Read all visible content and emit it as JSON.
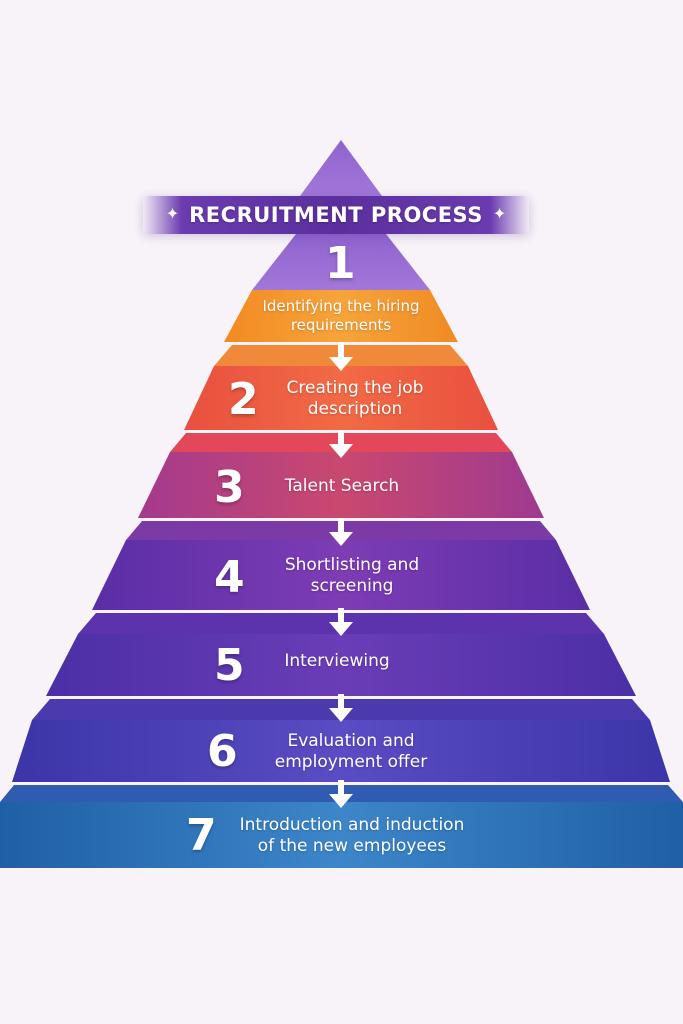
{
  "title": {
    "text": "RECRUITMENT PROCESS",
    "sparkle_icon": "sparkle-icon"
  },
  "steps": [
    {
      "number": "1",
      "label": "Identifying the hiring\nrequirements",
      "color_top": "#9d6fd6",
      "color_band": "#f59a2c"
    },
    {
      "number": "2",
      "label": "Creating the job\ndescription",
      "color_top": "#f18a3a",
      "color_band": "#ec5a48"
    },
    {
      "number": "3",
      "label": "Talent Search",
      "color_top": "#e5504f",
      "color_band": "#b23f8f"
    },
    {
      "number": "4",
      "label": "Shortlisting and\nscreening",
      "color_top": "#8a3aa3",
      "color_band": "#6a34b0"
    },
    {
      "number": "5",
      "label": "Interviewing",
      "color_top": "#6a3db4",
      "color_band": "#5a37b2"
    },
    {
      "number": "6",
      "label": "Evaluation and\nemployment offer",
      "color_top": "#5b48c4",
      "color_band": "#4a3fb6"
    },
    {
      "number": "7",
      "label": "Introduction and induction\nof the new employees",
      "color_top": "#3f5ec6",
      "color_band": "#2b73b8"
    }
  ],
  "arrow_icon": "arrow-down-icon"
}
